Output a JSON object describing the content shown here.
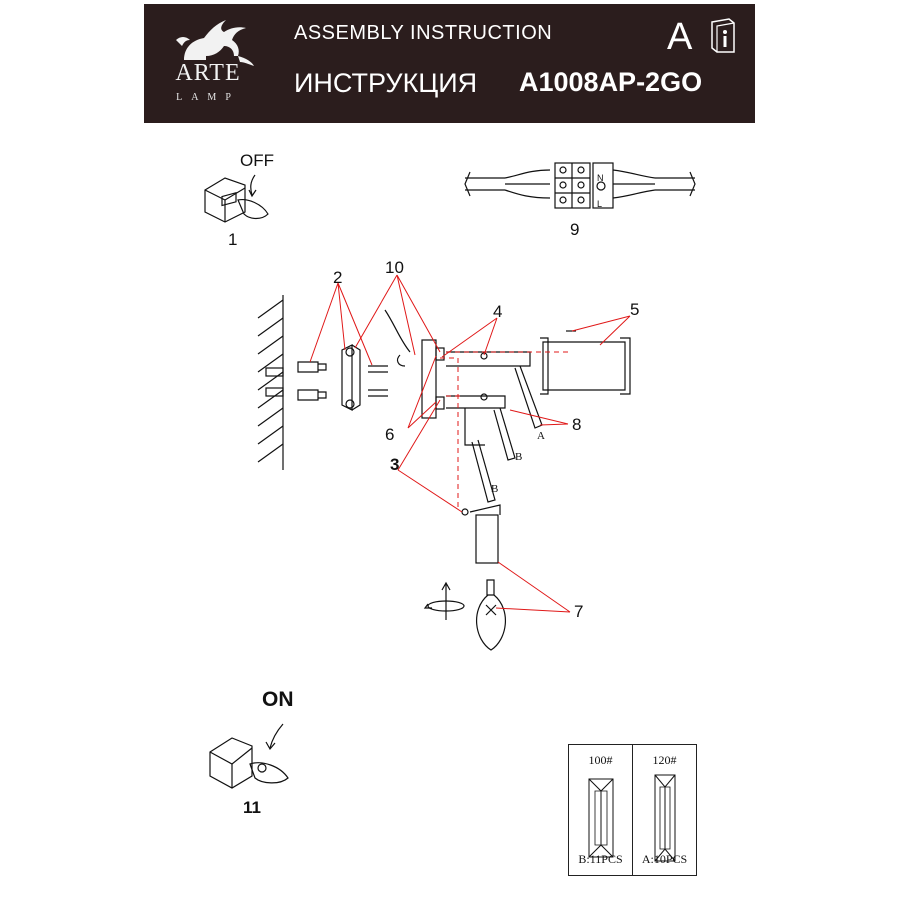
{
  "header": {
    "logo_name": "ARTE",
    "logo_sub": "LAMP",
    "title": "ASSEMBLY INSTRUCTION",
    "subtitle": "ИНСТРУКЦИЯ",
    "model": "A1008AP-2GO",
    "letter": "A",
    "info_icon": "info-book-icon"
  },
  "steps": {
    "switch_off": "OFF",
    "switch_on": "ON",
    "labels": [
      "1",
      "2",
      "3",
      "4",
      "5",
      "6",
      "7",
      "8",
      "9",
      "10",
      "11"
    ]
  },
  "parts": {
    "crystal_a": "A",
    "crystal_b1": "B",
    "crystal_b2": "B",
    "terminal_n": "N",
    "terminal_l": "L"
  },
  "crystal_table": [
    {
      "size": "100#",
      "count": "B:11PCS"
    },
    {
      "size": "120#",
      "count": "A:10PCS"
    }
  ],
  "colors": {
    "header_bg": "#2b1d1d",
    "callout": "#e01818"
  }
}
